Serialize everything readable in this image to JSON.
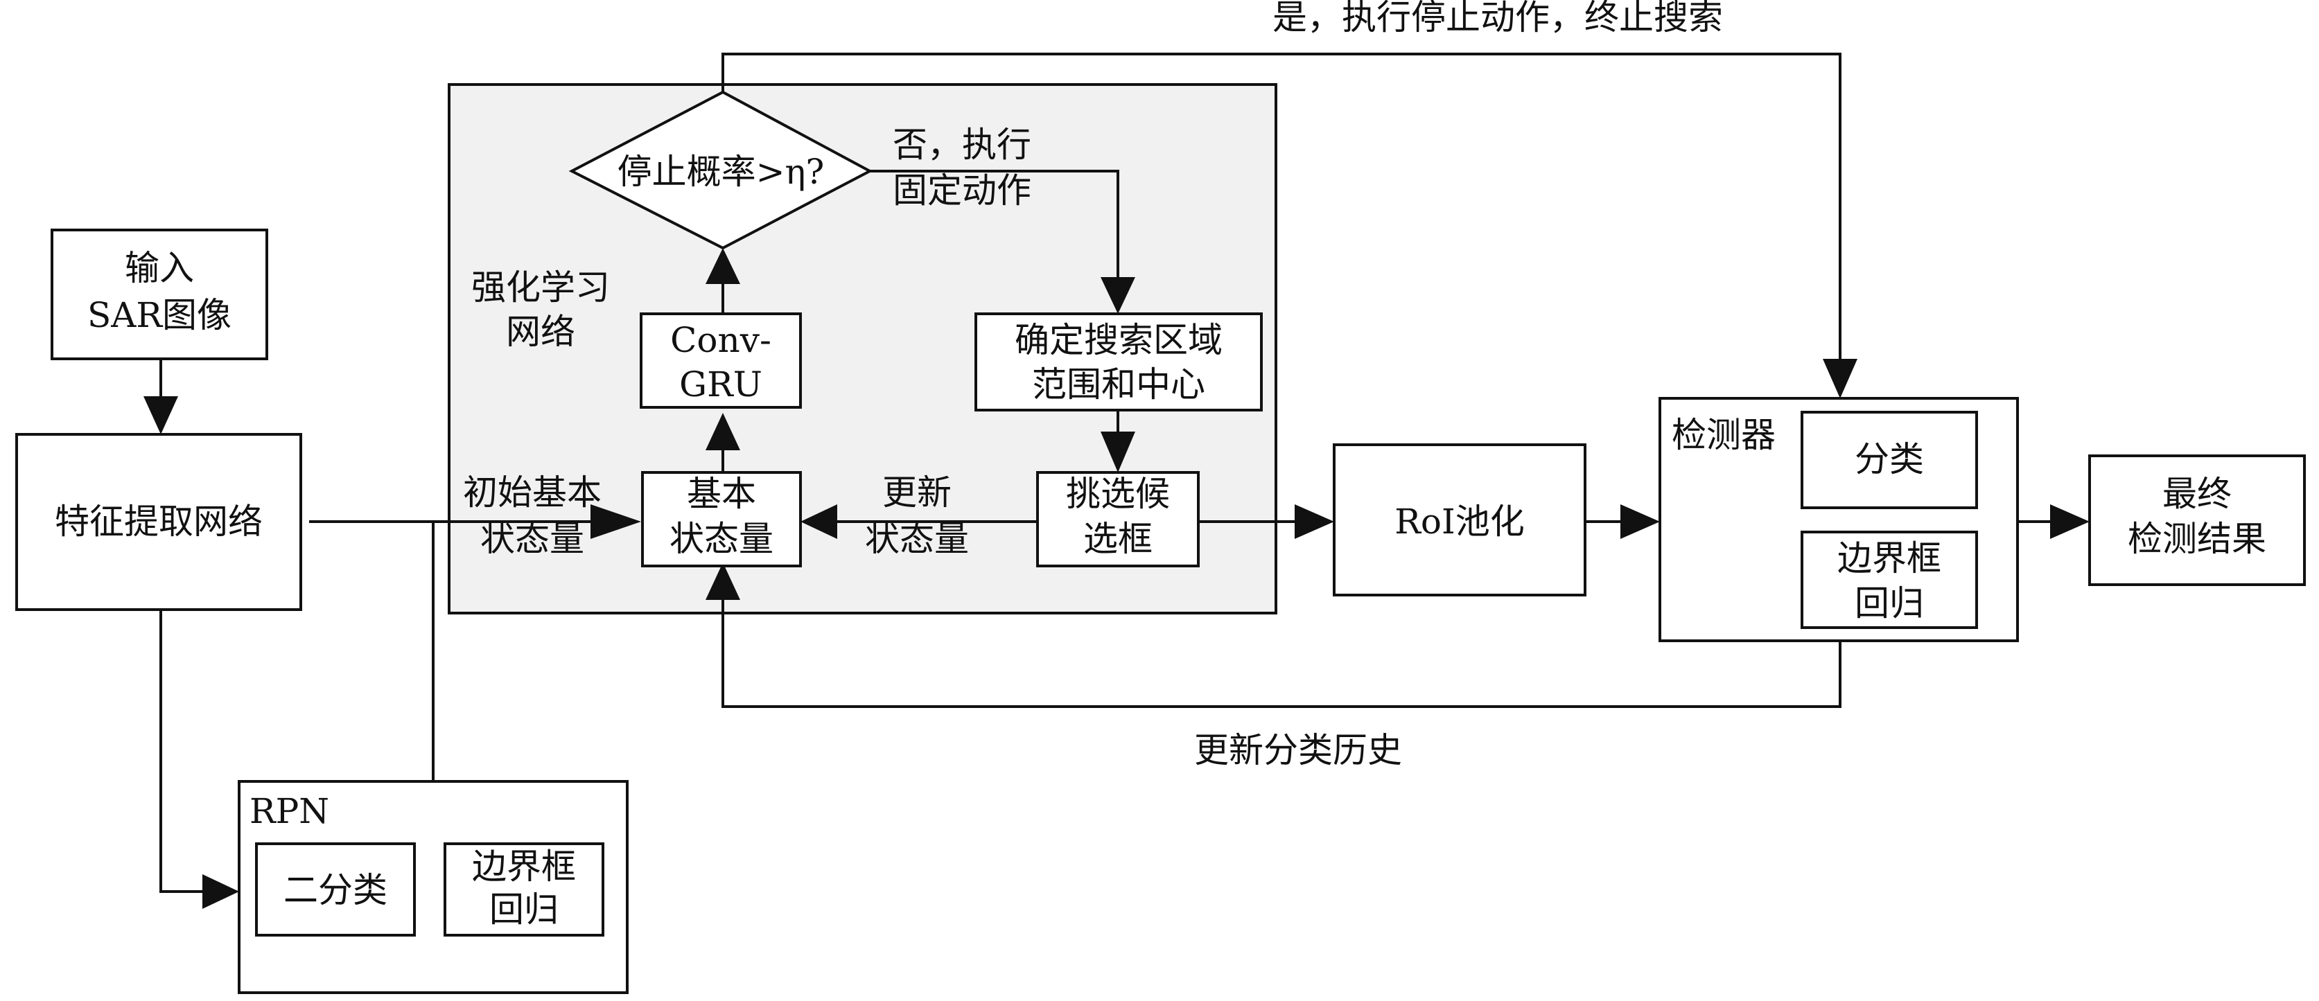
{
  "nodes": {
    "input": [
      "输入",
      "SAR图像"
    ],
    "feature_net": "特征提取网络",
    "rpn": {
      "title": "RPN",
      "binary_cls": "二分类",
      "bbox_reg": [
        "边界框",
        "回归"
      ]
    },
    "rl_network": {
      "label": [
        "强化学习",
        "网络"
      ],
      "stop_decision": "停止概率>η?",
      "conv_gru": [
        "Conv-",
        "GRU"
      ],
      "basic_state": [
        "基本",
        "状态量"
      ],
      "search_region": [
        "确定搜索区域",
        "范围和中心"
      ],
      "select_candidates": [
        "挑选候",
        "选框"
      ]
    },
    "roi_pool": "RoI池化",
    "detector": {
      "title": "检测器",
      "cls": "分类",
      "bbox_reg": [
        "边界框",
        "回归"
      ]
    },
    "final_result": [
      "最终",
      "检测结果"
    ]
  },
  "edge_labels": {
    "yes_stop": "是，执行停止动作，终止搜索",
    "no_fixed": [
      "否，执行",
      "固定动作"
    ],
    "initial_state": [
      "初始基本",
      "状态量"
    ],
    "update_state": [
      "更新",
      "状态量"
    ],
    "update_history": "更新分类历史"
  },
  "colors": {
    "rl_background": "#f1f1f1",
    "stroke": "#111111"
  }
}
